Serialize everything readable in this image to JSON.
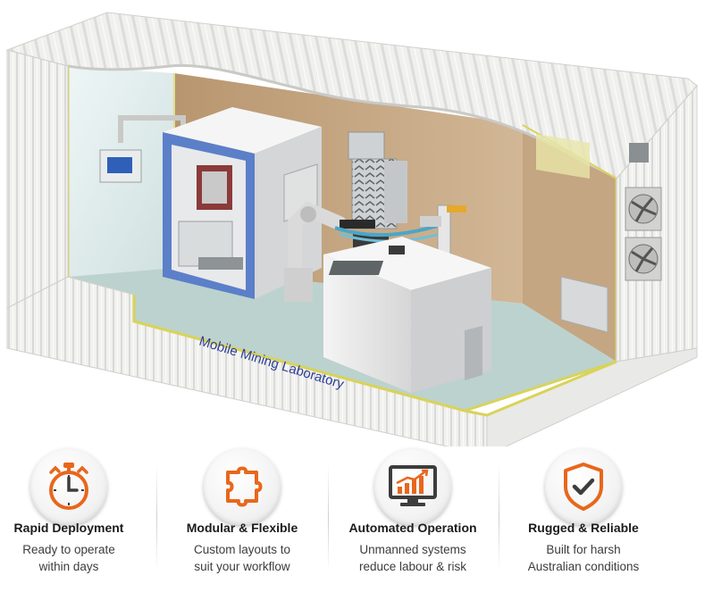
{
  "hero": {
    "banner_text": "Mobile Mining Laboratory"
  },
  "features": [
    {
      "icon": "stopwatch-icon",
      "title": "Rapid Deployment",
      "lines": [
        "Ready to operate",
        "within days"
      ]
    },
    {
      "icon": "puzzle-piece-icon",
      "title": "Modular & Flexible",
      "lines": [
        "Custom layouts to",
        "suit your workflow"
      ]
    },
    {
      "icon": "monitor-chart-icon",
      "title": "Automated Operation",
      "lines": [
        "Unmanned systems",
        "reduce labour & risk"
      ]
    },
    {
      "icon": "shield-check-icon",
      "title": "Rugged & Reliable",
      "lines": [
        "Built for harsh",
        "Australian conditions"
      ]
    }
  ],
  "colors": {
    "accent": "#e8671c",
    "icon_dark": "#3d3d3d",
    "container_white": "#f2f2f0",
    "trim_yellow": "#d8d35a",
    "floor": "#bfd3cf",
    "wall_tan": "#c9ad8c",
    "cabinet_blue": "#5b7fc9",
    "banner_text": "#2d3f9a"
  }
}
